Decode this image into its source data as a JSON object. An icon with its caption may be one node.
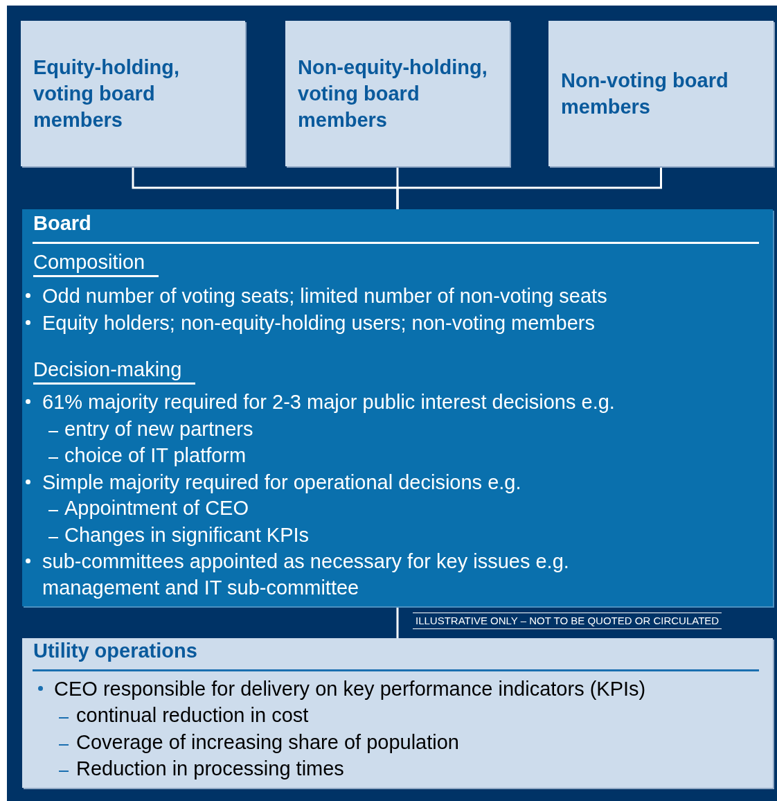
{
  "diagram": {
    "nodes": [
      {
        "text": [
          "Equity-holding, voting board members"
        ]
      },
      {
        "text": [
          "Non-equity-holding, voting board members"
        ]
      },
      {
        "text": [
          "Non-voting board members"
        ]
      },
      {
        "text": [
          "Board",
          "Composition",
          "Odd number of voting seats; limited number of non-voting seats",
          "Equity holders; non-equity-holding users; non-voting members",
          "Decision-making",
          "61% majority required for 2-3 major public interest decisions e.g.",
          "entry of new partners",
          "choice of IT platform",
          "Simple majority  required for operational decisions e.g.",
          "Appointment of CEO",
          "Changes in significant KPIs",
          "sub-committees appointed as necessary for key issues e.g. management and IT sub-committee"
        ]
      },
      {
        "text": [
          "Utility operations",
          "CEO responsible for delivery on key performance indicators (KPIs)",
          "continual reduction in cost",
          "Coverage of increasing share of population",
          "Reduction in processing times"
        ]
      }
    ],
    "edges": [
      {
        "from": 0,
        "to": 3,
        "arrow": "none"
      },
      {
        "from": 1,
        "to": 3,
        "arrow": "none"
      },
      {
        "from": 2,
        "to": 3,
        "arrow": "none"
      },
      {
        "from": 3,
        "to": 4,
        "arrow": "none"
      }
    ],
    "labels": [
      "ILLUSTRATIVE ONLY – NOT TO BE QUOTED OR CIRCULATED"
    ]
  }
}
